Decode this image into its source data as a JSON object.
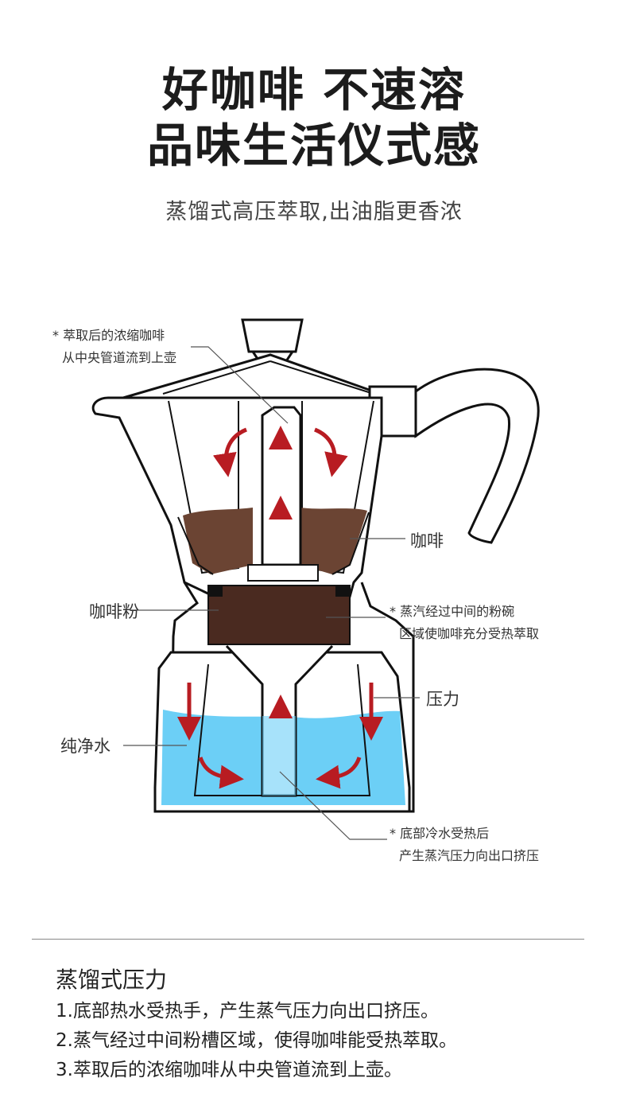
{
  "headline": {
    "line1": "好咖啡 不速溶",
    "line2": "品味生活仪式感"
  },
  "subtitle": "蒸馏式高压萃取,出油脂更香浓",
  "diagram": {
    "callouts": {
      "top_left": [
        "* 萃取后的浓缩咖啡",
        "从中央管道流到上壶"
      ],
      "middle_right": [
        "* 蒸汽经过中间的粉碗",
        "区域使咖啡充分受热萃取"
      ],
      "bottom_right": [
        "* 底部冷水受热后",
        "产生蒸汽压力向出口挤压"
      ]
    },
    "labels": {
      "coffee": "咖啡",
      "coffee_powder": "咖啡粉",
      "pressure": "压力",
      "pure_water": "纯净水"
    },
    "colors": {
      "coffee": "#6b4433",
      "powder": "#4a2a20",
      "water": "#6ccff6",
      "arrow": "#b81c22",
      "outline": "#111111"
    }
  },
  "section": {
    "title": "蒸馏式压力",
    "steps": [
      "1.底部热水受热手，产生蒸气压力向出口挤压。",
      "2.蒸气经过中间粉槽区域，使得咖啡能受热萃取。",
      "3.萃取后的浓缩咖啡从中央管道流到上壶。"
    ]
  }
}
